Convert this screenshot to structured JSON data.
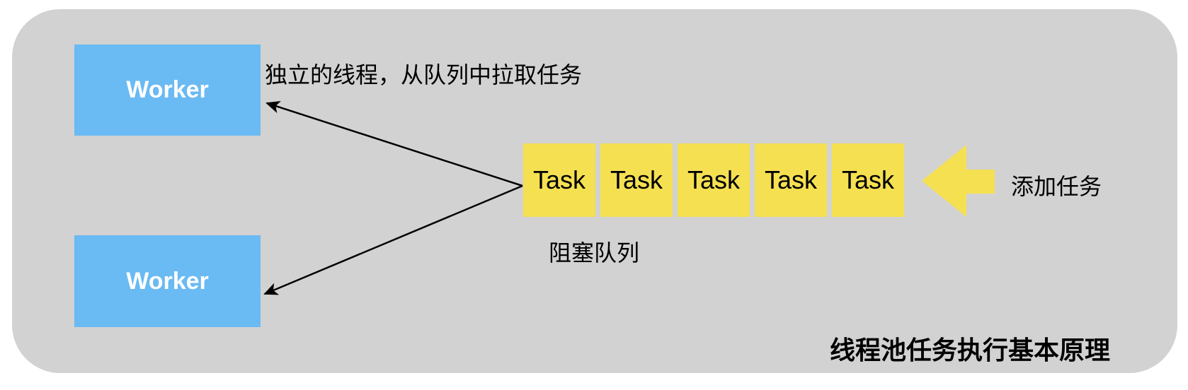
{
  "colors": {
    "canvas_bg": "#ffffff",
    "panel_bg": "#d2d2d2",
    "worker_blue": "#6abaf3",
    "task_yellow": "#f5e052",
    "connector_black": "#000000",
    "worker_text": "#ffffff",
    "label_text": "#000000"
  },
  "workers": [
    {
      "label": "Worker"
    },
    {
      "label": "Worker"
    }
  ],
  "queue": {
    "tasks": [
      {
        "label": "Task"
      },
      {
        "label": "Task"
      },
      {
        "label": "Task"
      },
      {
        "label": "Task"
      },
      {
        "label": "Task"
      }
    ],
    "caption": "阻塞队列"
  },
  "annotations": {
    "pull_label": "独立的线程，从队列中拉取任务",
    "add_label": "添加任务",
    "title": "线程池任务执行基本原理"
  }
}
